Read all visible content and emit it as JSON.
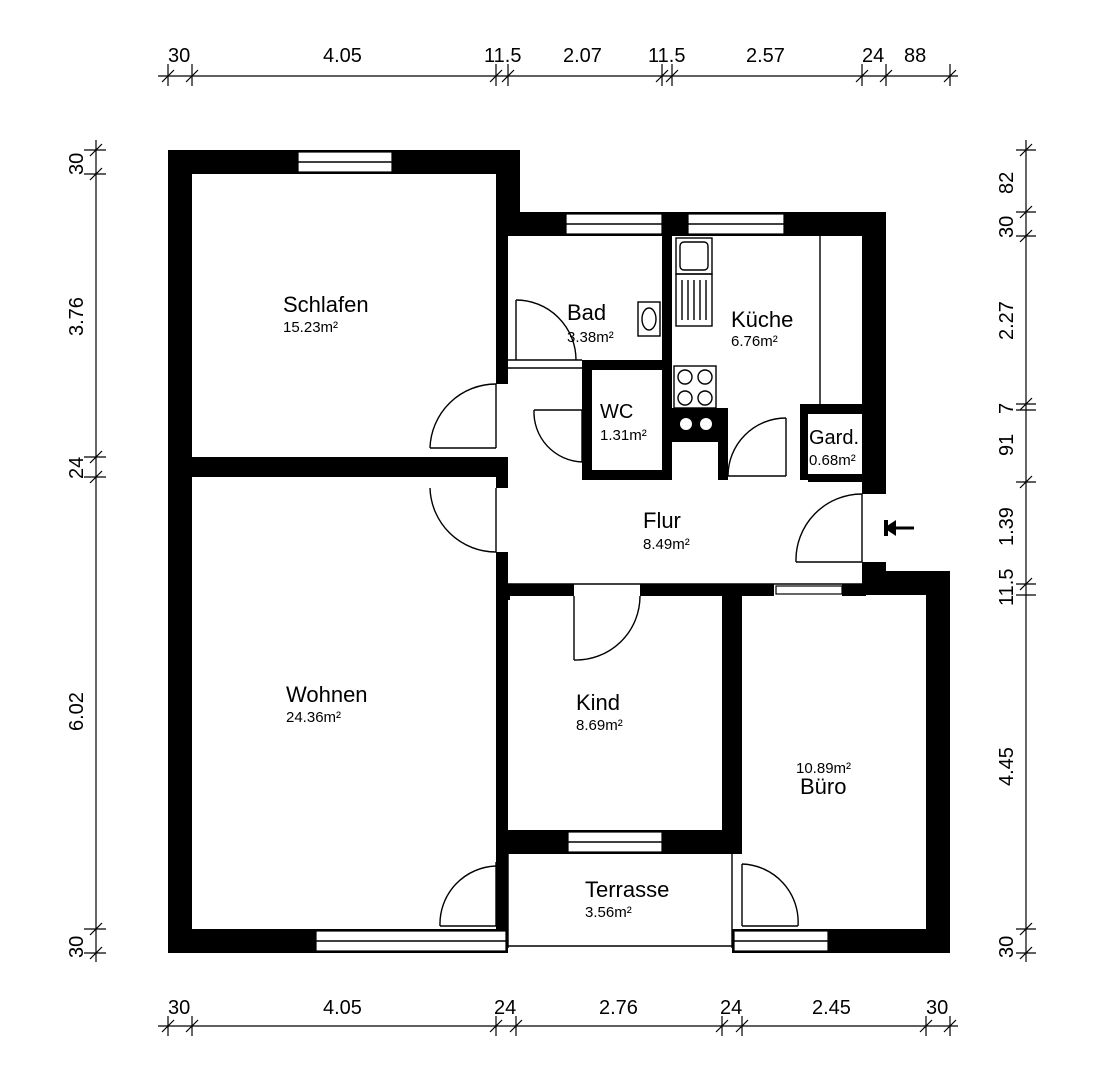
{
  "rooms": {
    "schlafen": {
      "name": "Schlafen",
      "area": "15.23m²"
    },
    "bad": {
      "name": "Bad",
      "area": "3.38m²"
    },
    "kueche": {
      "name": "Küche",
      "area": "6.76m²"
    },
    "wc": {
      "name": "WC",
      "area": "1.31m²"
    },
    "gard": {
      "name": "Gard.",
      "area": "0.68m²"
    },
    "flur": {
      "name": "Flur",
      "area": "8.49m²"
    },
    "wohnen": {
      "name": "Wohnen",
      "area": "24.36m²"
    },
    "kind": {
      "name": "Kind",
      "area": "8.69m²"
    },
    "buero": {
      "name": "Büro",
      "area": "10.89m²"
    },
    "terrasse": {
      "name": "Terrasse",
      "area": "3.56m²"
    }
  },
  "dimensions": {
    "top": [
      "30",
      "4.05",
      "11.5",
      "2.07",
      "11.5",
      "2.57",
      "24",
      "88"
    ],
    "bottom": [
      "30",
      "4.05",
      "24",
      "2.76",
      "24",
      "2.45",
      "30"
    ],
    "left": [
      "30",
      "3.76",
      "24",
      "6.02",
      "30"
    ],
    "right": [
      "82",
      "30",
      "2.27",
      "7",
      "91",
      "1.39",
      "11.5",
      "4.45",
      "30"
    ]
  }
}
